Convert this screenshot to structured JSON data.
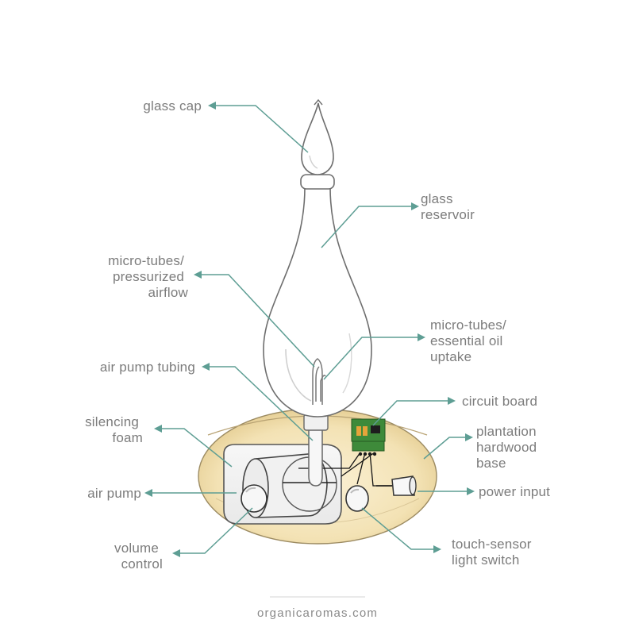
{
  "labels": {
    "glass_cap": "glass cap",
    "glass_reservoir": [
      "glass",
      "reservoir"
    ],
    "micro_tubes_pressurized": [
      "micro-tubes/",
      "pressurized",
      "airflow"
    ],
    "micro_tubes_oil": [
      "micro-tubes/",
      "essential oil",
      "uptake"
    ],
    "air_pump_tubing": "air pump tubing",
    "circuit_board": "circuit board",
    "silencing_foam": [
      "silencing",
      "foam"
    ],
    "plantation_base": [
      "plantation",
      "hardwood",
      "base"
    ],
    "air_pump": "air pump",
    "power_input": "power input",
    "volume_control": [
      "volume",
      "control"
    ],
    "touch_sensor": [
      "touch-sensor",
      "light switch"
    ]
  },
  "footer": {
    "website": "organicaromas.com"
  },
  "colors": {
    "leader": "#5e9e94",
    "label_text": "#7c7c7c",
    "wood_base": "#f3e2b4",
    "glass_outline": "#7a7a7a",
    "circuit_board": "#3e8a3a"
  }
}
